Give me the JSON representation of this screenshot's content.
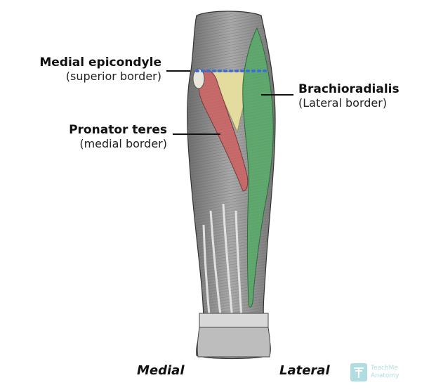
{
  "labels": {
    "medial_epicondyle": {
      "title": "Medial epicondyle",
      "subtitle": "(superior border)"
    },
    "pronator_teres": {
      "title": "Pronator teres",
      "subtitle": "(medial border)"
    },
    "brachioradialis": {
      "title": "Brachioradialis",
      "subtitle": "(Lateral border)"
    }
  },
  "sides": {
    "medial": "Medial",
    "lateral": "Lateral"
  },
  "watermark": {
    "line1": "TeachMe",
    "line2": "Anatomy"
  },
  "colors": {
    "pronator_teres": "#c96a6a",
    "brachioradialis": "#5fa86e",
    "fossa": "#e3dc9e",
    "superior_border_dots": "#3a6fd8",
    "muscle_gray": "#8a8a8a",
    "watermark": "#8fd0d4"
  }
}
